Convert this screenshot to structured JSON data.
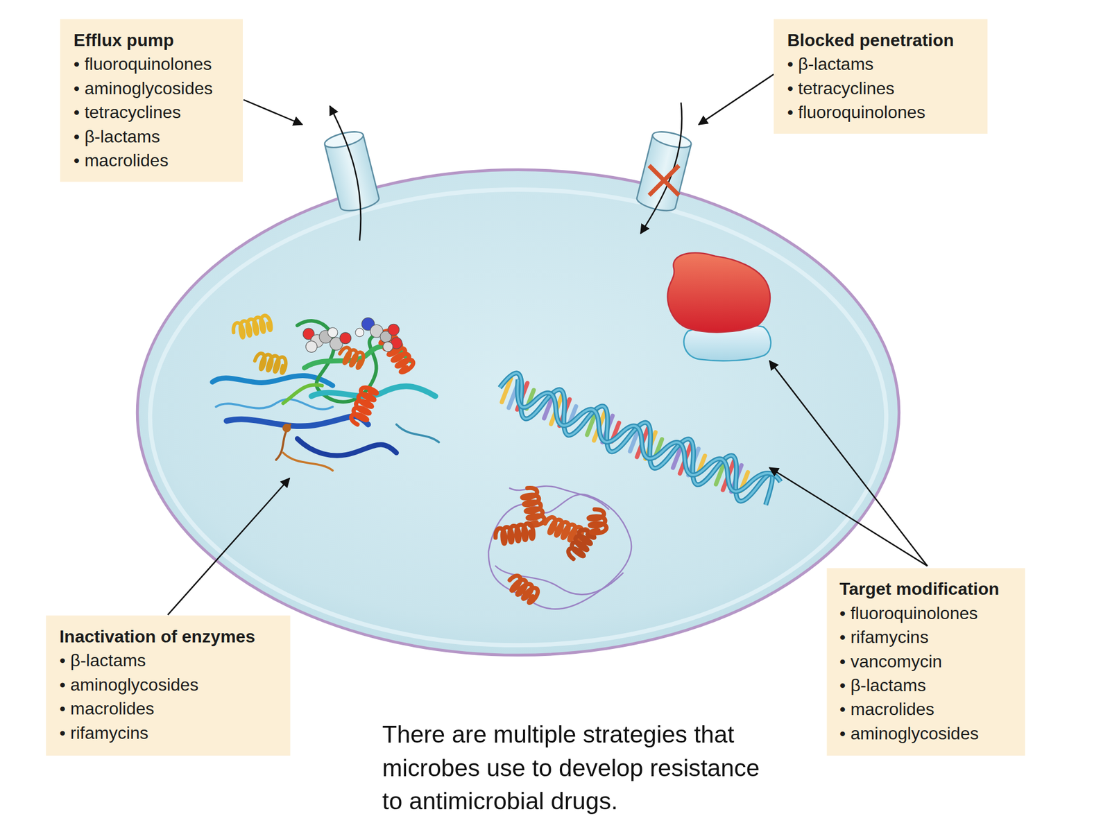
{
  "diagram": {
    "caption": "There are multiple strategies that microbes use to develop resistance to antimicrobial drugs.",
    "nodes": [
      {
        "text": [
          "Efflux pump",
          "• fluoroquinolones",
          "• aminoglycosides",
          "• tetracyclines",
          "• β-lactams",
          "• macrolides"
        ]
      },
      {
        "text": [
          "Blocked penetration",
          "• β-lactams",
          "• tetracyclines",
          "• fluoroquinolones"
        ]
      },
      {
        "text": [
          "Inactivation of enzymes",
          "• β-lactams",
          "• aminoglycosides",
          "• macrolides",
          "• rifamycins"
        ]
      },
      {
        "text": [
          "Target modification",
          "• fluoroquinolones",
          "• rifamycins",
          "• vancomycin",
          "• β-lactams",
          "• macrolides",
          "• aminoglycosides"
        ]
      }
    ]
  }
}
